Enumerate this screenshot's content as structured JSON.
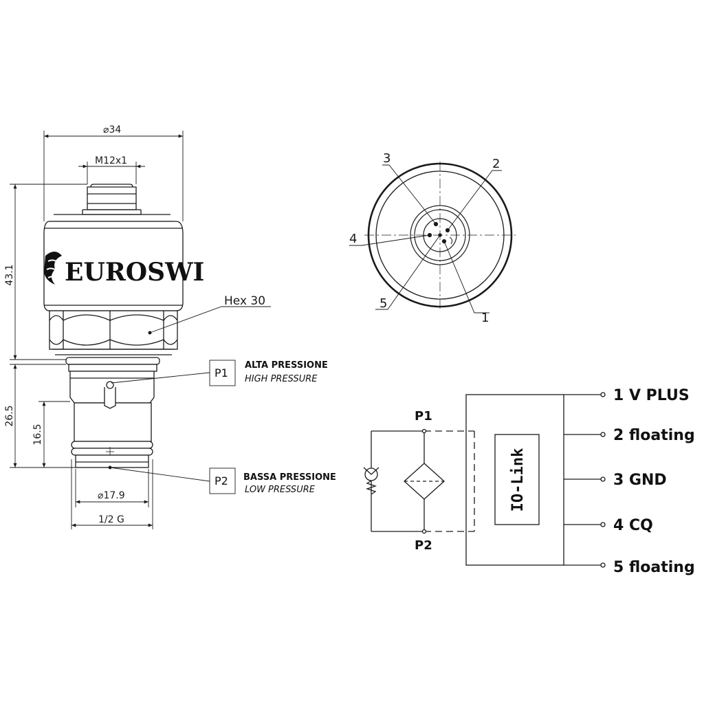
{
  "side_view": {
    "dimensions": {
      "diameter_top": "34",
      "thread_top": "M12x1",
      "height_total": "43.1",
      "height_lower": "26.5",
      "height_inner": "16.5",
      "diameter_bottom": "17.9",
      "thread_bottom": "1/2 G"
    },
    "brand_text": "EUROSWI",
    "hex_label": "Hex 30",
    "ports": [
      {
        "tag": "P1",
        "title": "ALTA PRESSIONE",
        "subtitle": "HIGH PRESSURE"
      },
      {
        "tag": "P2",
        "title": "BASSA PRESSIONE",
        "subtitle": "LOW PRESSURE"
      }
    ]
  },
  "connector_view": {
    "pins": [
      "1",
      "2",
      "3",
      "4",
      "5"
    ]
  },
  "schematic": {
    "port_top": "P1",
    "port_bottom": "P2",
    "module_label": "IO-Link",
    "terminals": [
      "1 V PLUS",
      "2 floating",
      "3 GND",
      "4 CQ",
      "5 floating"
    ]
  },
  "colors": {
    "line": "#1a1a1a",
    "background": "#ffffff"
  }
}
